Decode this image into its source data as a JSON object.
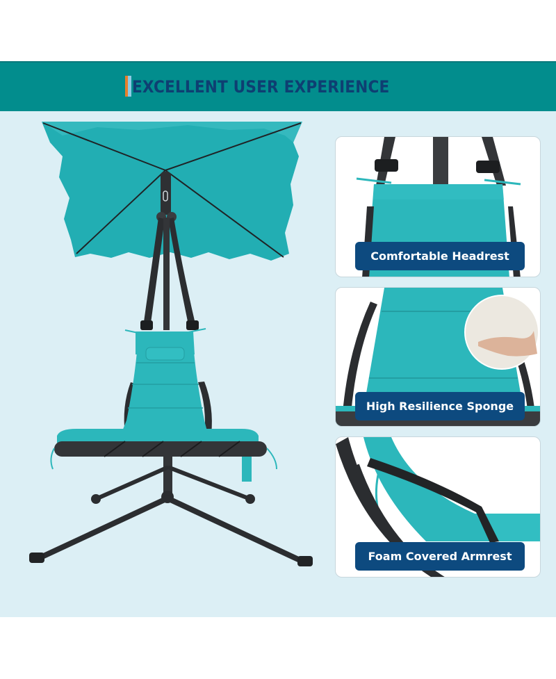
{
  "banner": {
    "title": "EXCELLENT USER EXPERIENCE",
    "background_color": "#028d8d",
    "title_color": "#0e3f72",
    "accent_colors": [
      "#e87f2a",
      "#8ec9e4"
    ]
  },
  "main_image": {
    "subject": "hanging chaise lounge chair with canopy",
    "canopy_color": "#22aeb3",
    "cushion_color": "#2cb7bb",
    "frame_color": "#2e3033"
  },
  "features": [
    {
      "label": "Comfortable Headrest",
      "image": "headrest-closeup"
    },
    {
      "label": "High Resilience Sponge",
      "image": "cushion-closeup-with-sponge-inset"
    },
    {
      "label": "Foam Covered Armrest",
      "image": "armrest-closeup"
    }
  ],
  "colors": {
    "panel_background": "#dceff5",
    "label_background": "#0d4a7f",
    "label_text": "#ffffff"
  }
}
